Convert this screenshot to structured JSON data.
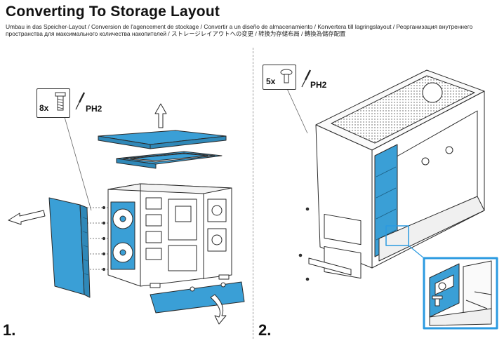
{
  "header": {
    "title": "Converting To Storage Layout",
    "subtitle": "Umbau in das Speicher-Layout / Conversion de l'agencement de stockage / Convertir a un diseño de almacenamiento / Konvertera till lagringslayout / Реорганизация внутреннего пространства для максимального количества накопителей / ストレージレイアウトへの変更 / 转换为存储布局 / 轉換為儲存配置"
  },
  "steps": [
    {
      "number": "1.",
      "screw_qty": "8x",
      "tool": "PH2"
    },
    {
      "number": "2.",
      "screw_qty": "5x",
      "tool": "PH2"
    }
  ],
  "colors": {
    "accent": "#3a9fd6",
    "line": "#2a2a2a",
    "zoom_frame": "#2b9ae0"
  },
  "icons": [
    "screw-icon",
    "screwdriver-icon",
    "arrow-icon"
  ]
}
